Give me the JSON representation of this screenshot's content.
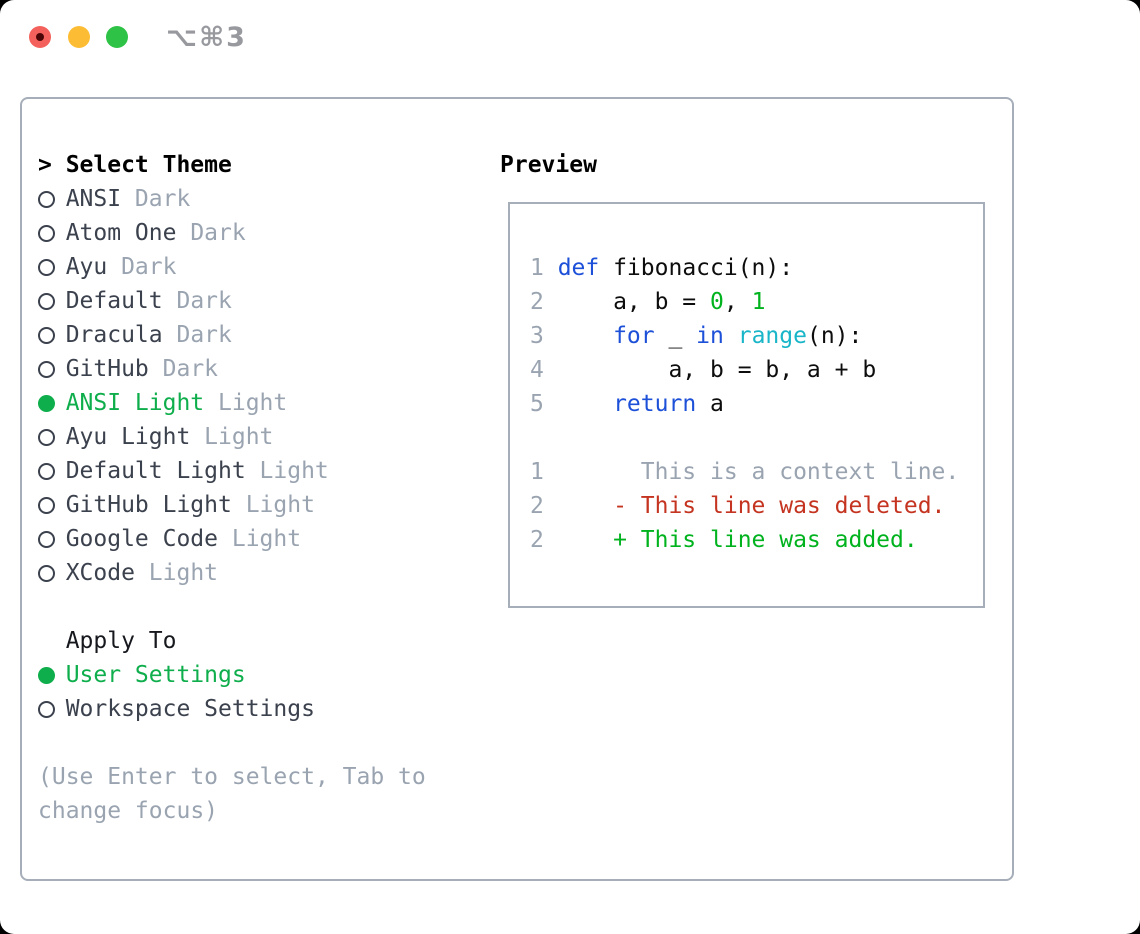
{
  "titlebar": {
    "title": "⌥⌘3"
  },
  "colors": {
    "selection_green": "#0fae4c",
    "diff_added_green": "#00b31e",
    "diff_removed_red": "#c43420",
    "keyword_blue": "#1d50d8",
    "builtin_cyan": "#19b5c8",
    "number_green": "#00b31e",
    "muted_gray": "#9aa4b1",
    "dark_text": "#3b414d",
    "border_gray": "#a6aeb9",
    "traffic_red": "#f4615c",
    "traffic_yellow": "#fcbd35",
    "traffic_green": "#2ec246"
  },
  "panel": {
    "theme_section": {
      "cursor": ">",
      "title": "Select Theme",
      "items": [
        {
          "name": "ANSI",
          "variant": "Dark",
          "selected": false
        },
        {
          "name": "Atom One",
          "variant": "Dark",
          "selected": false
        },
        {
          "name": "Ayu",
          "variant": "Dark",
          "selected": false
        },
        {
          "name": "Default",
          "variant": "Dark",
          "selected": false
        },
        {
          "name": "Dracula",
          "variant": "Dark",
          "selected": false
        },
        {
          "name": "GitHub",
          "variant": "Dark",
          "selected": false
        },
        {
          "name": "ANSI Light",
          "variant": "Light",
          "selected": true
        },
        {
          "name": "Ayu Light",
          "variant": "Light",
          "selected": false
        },
        {
          "name": "Default Light",
          "variant": "Light",
          "selected": false
        },
        {
          "name": "GitHub Light",
          "variant": "Light",
          "selected": false
        },
        {
          "name": "Google Code",
          "variant": "Light",
          "selected": false
        },
        {
          "name": "XCode",
          "variant": "Light",
          "selected": false
        }
      ]
    },
    "apply_section": {
      "title": "Apply To",
      "items": [
        {
          "name": "User Settings",
          "selected": true
        },
        {
          "name": "Workspace Settings",
          "selected": false
        }
      ]
    },
    "help_text": "(Use Enter to select, Tab to change focus)",
    "preview": {
      "title": "Preview",
      "code_lines": [
        {
          "n": "1",
          "tokens": [
            {
              "t": "def",
              "c": "kw"
            },
            {
              "t": " fibonacci(n):",
              "c": "pl"
            }
          ]
        },
        {
          "n": "2",
          "tokens": [
            {
              "t": "    a, b = ",
              "c": "pl"
            },
            {
              "t": "0",
              "c": "num"
            },
            {
              "t": ", ",
              "c": "pl"
            },
            {
              "t": "1",
              "c": "num"
            }
          ]
        },
        {
          "n": "3",
          "tokens": [
            {
              "t": "    ",
              "c": "pl"
            },
            {
              "t": "for",
              "c": "kw"
            },
            {
              "t": " _ ",
              "c": "pl"
            },
            {
              "t": "in",
              "c": "kw"
            },
            {
              "t": " ",
              "c": "pl"
            },
            {
              "t": "range",
              "c": "fn"
            },
            {
              "t": "(n):",
              "c": "pl"
            }
          ]
        },
        {
          "n": "4",
          "tokens": [
            {
              "t": "        a, b = b, a + b",
              "c": "pl"
            }
          ]
        },
        {
          "n": "5",
          "tokens": [
            {
              "t": "    ",
              "c": "pl"
            },
            {
              "t": "return",
              "c": "kw"
            },
            {
              "t": " a",
              "c": "pl"
            }
          ]
        },
        {
          "n": "",
          "tokens": []
        },
        {
          "n": "1",
          "tokens": [
            {
              "t": "      This is a context line.",
              "c": "ctx"
            }
          ]
        },
        {
          "n": "2",
          "tokens": [
            {
              "t": "    - This line was deleted.",
              "c": "del"
            }
          ]
        },
        {
          "n": "2",
          "tokens": [
            {
              "t": "    + This line was added.",
              "c": "add"
            }
          ]
        }
      ]
    }
  }
}
